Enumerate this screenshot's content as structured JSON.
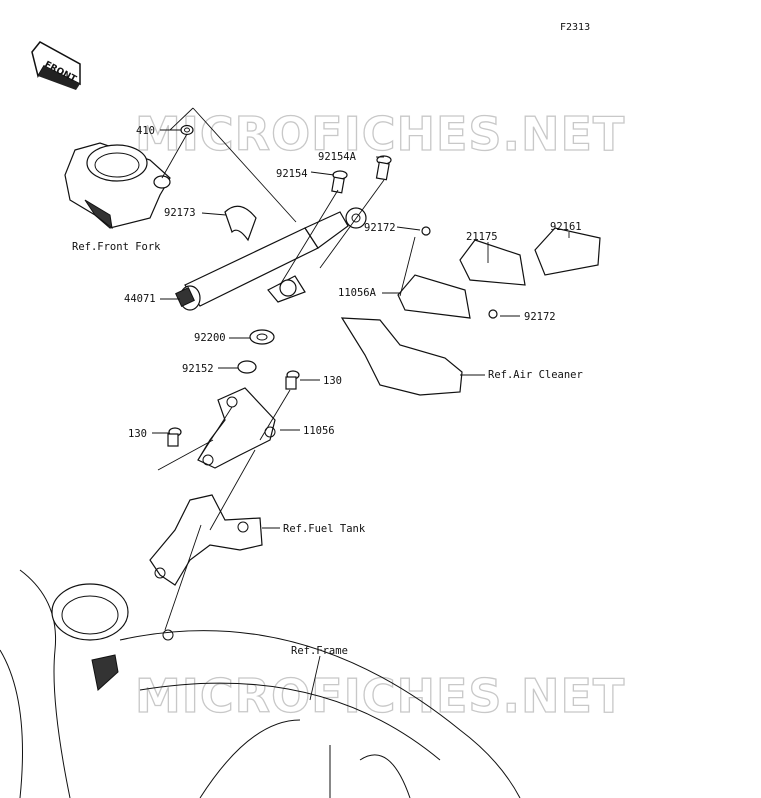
{
  "diagram_code": "F2313",
  "front_badge": "FRONT",
  "watermark": "MICROFICHES.NET",
  "parts": {
    "p410": "410",
    "p92154A": "92154A",
    "p92154": "92154",
    "p92173": "92173",
    "p44071": "44071",
    "p92200": "92200",
    "p92152": "92152",
    "p130a": "130",
    "p130b": "130",
    "p11056": "11056",
    "p92172a": "92172",
    "p92172b": "92172",
    "p11056A": "11056A",
    "p21175": "21175",
    "p92161": "92161"
  },
  "refs": {
    "front_fork": "Ref.Front Fork",
    "air_cleaner": "Ref.Air Cleaner",
    "fuel_tank": "Ref.Fuel Tank",
    "frame": "Ref.Frame"
  }
}
